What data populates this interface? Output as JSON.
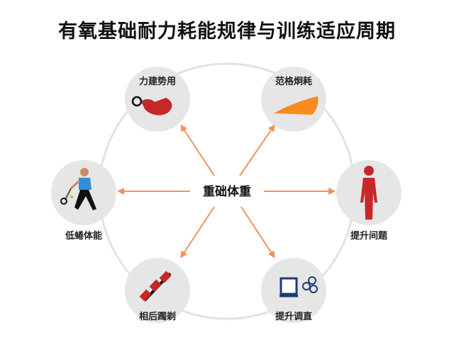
{
  "title": "有氧基础耐力耗能规律与训练适应周期",
  "center": {
    "label": "重础体重"
  },
  "nodes": [
    {
      "id": "top-left",
      "label": "力建势用",
      "icon": "kettlebell-icon"
    },
    {
      "id": "top-right",
      "label": "范格炯耗",
      "icon": "wedge-shape-icon"
    },
    {
      "id": "right",
      "label": "提升间题",
      "icon": "human-body-icon"
    },
    {
      "id": "bottom-right",
      "label": "提升调直",
      "icon": "frame-and-rings-icon"
    },
    {
      "id": "bottom-left",
      "label": "相后躅剃",
      "icon": "dumbbell-icon"
    },
    {
      "id": "left",
      "label": "低蜷体能",
      "icon": "athlete-running-icon"
    }
  ],
  "colors": {
    "arrow": "#f0925a",
    "node_fill": "#e6e6e6",
    "ring": "#e2e2e2",
    "accent_red": "#c62828",
    "accent_orange": "#f98a1e",
    "figure_blue": "#2f8fd8"
  }
}
